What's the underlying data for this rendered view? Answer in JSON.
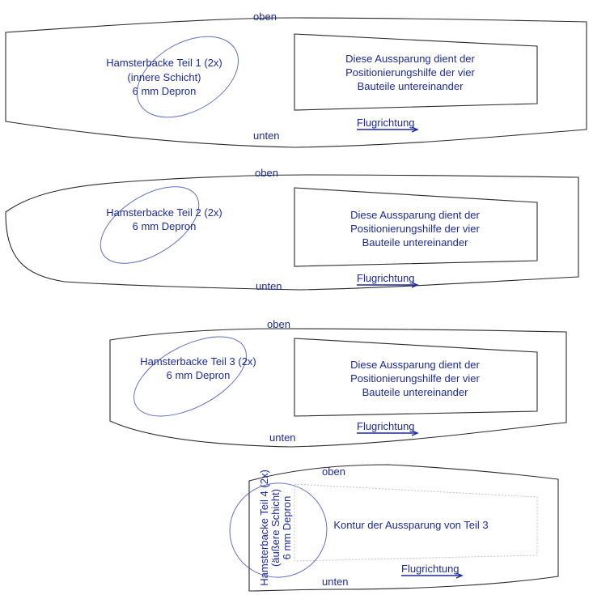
{
  "colors": {
    "text": "#1c2a9c",
    "outline": "#2a2a2a"
  },
  "common": {
    "top": "oben",
    "bottom": "unten",
    "flight_direction": "Flugrichtung",
    "cutout_lines": [
      "Diese Aussparung dient der",
      "Positionierungshilfe der vier",
      "Bauteile untereinander"
    ]
  },
  "part1": {
    "label_lines": [
      "Hamsterbacke Teil 1 (2x)",
      "(innere Schicht)",
      "6 mm Depron"
    ]
  },
  "part2": {
    "label_lines": [
      "Hamsterbacke Teil 2 (2x)",
      "6 mm Depron"
    ]
  },
  "part3": {
    "label_lines": [
      "Hamsterbacke Teil 3 (2x)",
      "6 mm Depron"
    ]
  },
  "part4": {
    "label_lines": [
      "Hamsterbacke Teil 4 (2x)",
      "(äußere Schicht)",
      "6 mm Depron"
    ],
    "cutout_text": "Kontur der Aussparung von Teil 3"
  }
}
